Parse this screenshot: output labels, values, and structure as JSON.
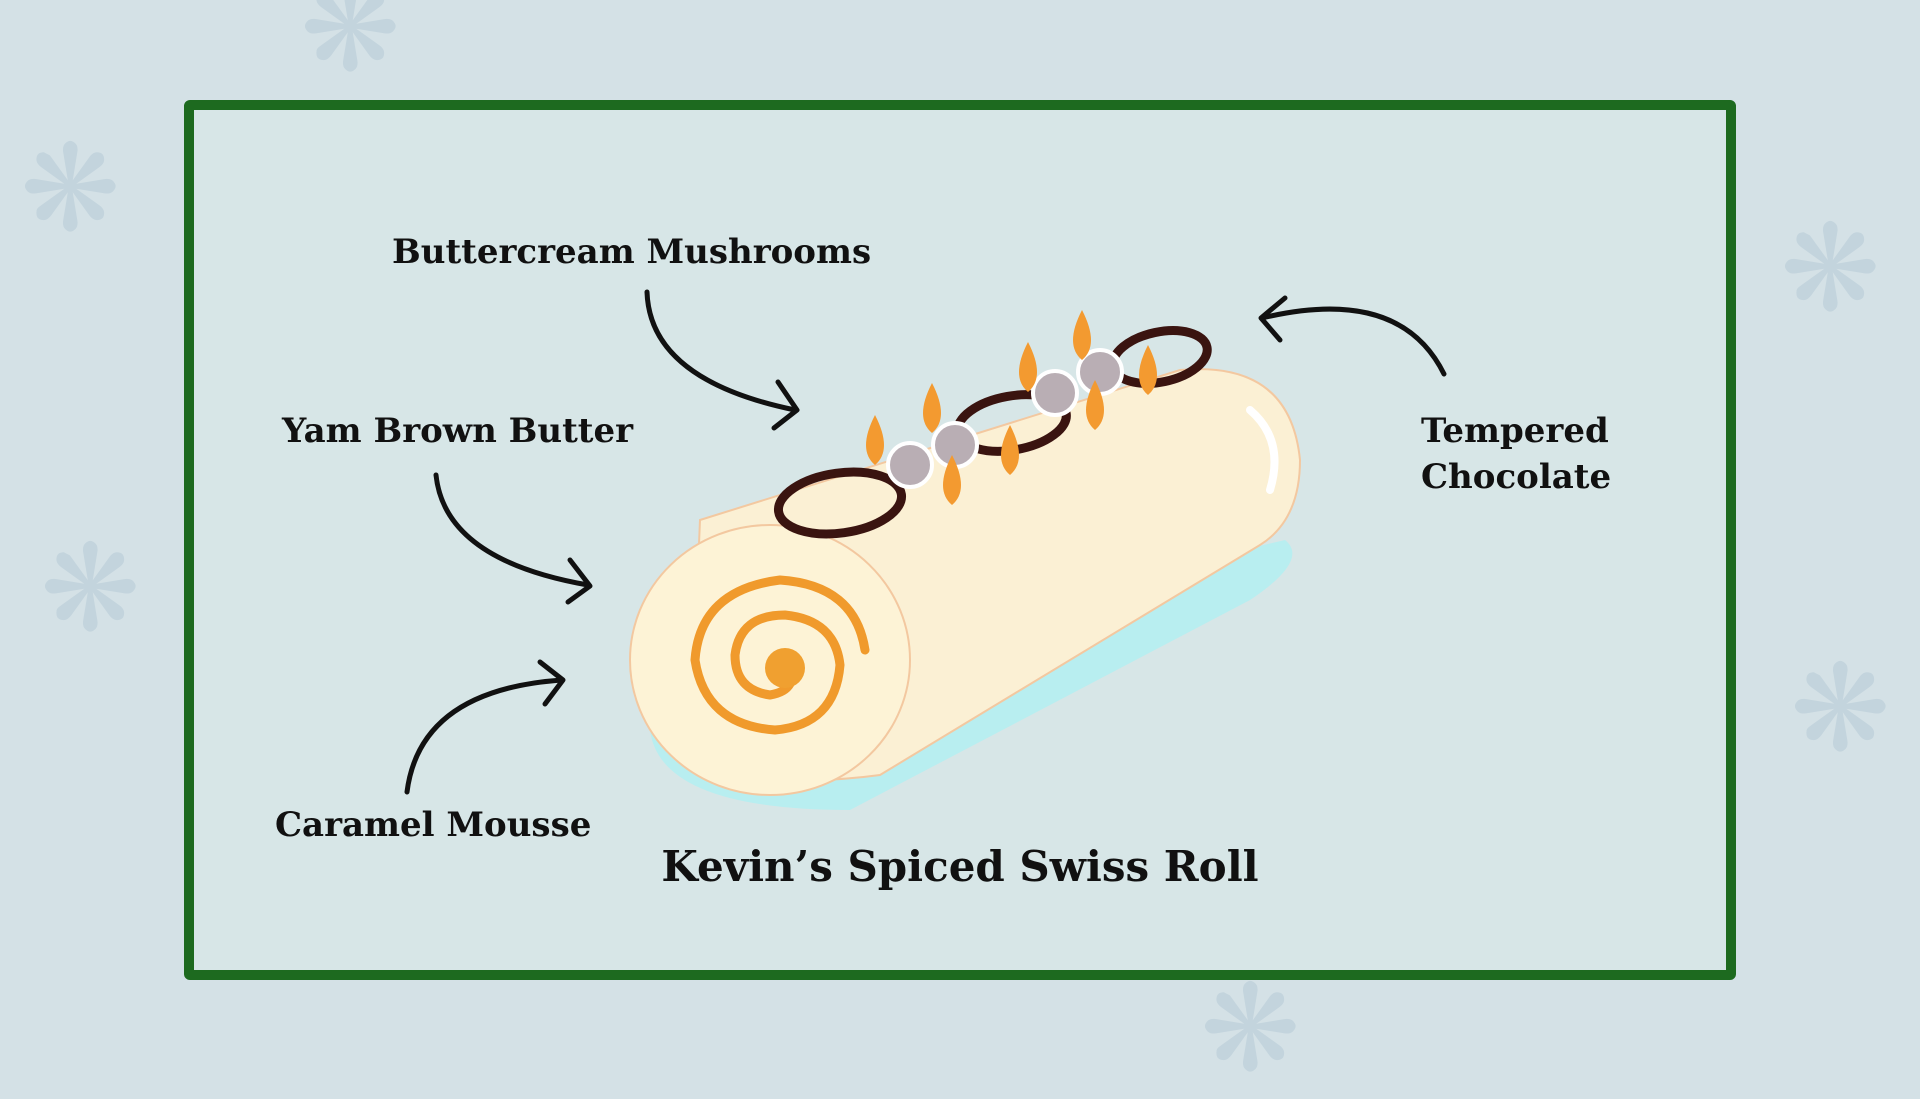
{
  "labels": {
    "buttercream": "Buttercream Mushrooms",
    "yam": "Yam Brown Butter",
    "tempered_line1": "Tempered",
    "tempered_line2": "Chocolate",
    "caramel": "Caramel Mousse"
  },
  "title": "Kevin’s Spiced Swiss Roll",
  "colors": {
    "frame": "#1d6a1f",
    "background": "#d7e6e7",
    "cream": "#fbf1d8",
    "caramel": "#f09a2c",
    "chocolate": "#3a1410",
    "shadow": "#b8eef0"
  }
}
